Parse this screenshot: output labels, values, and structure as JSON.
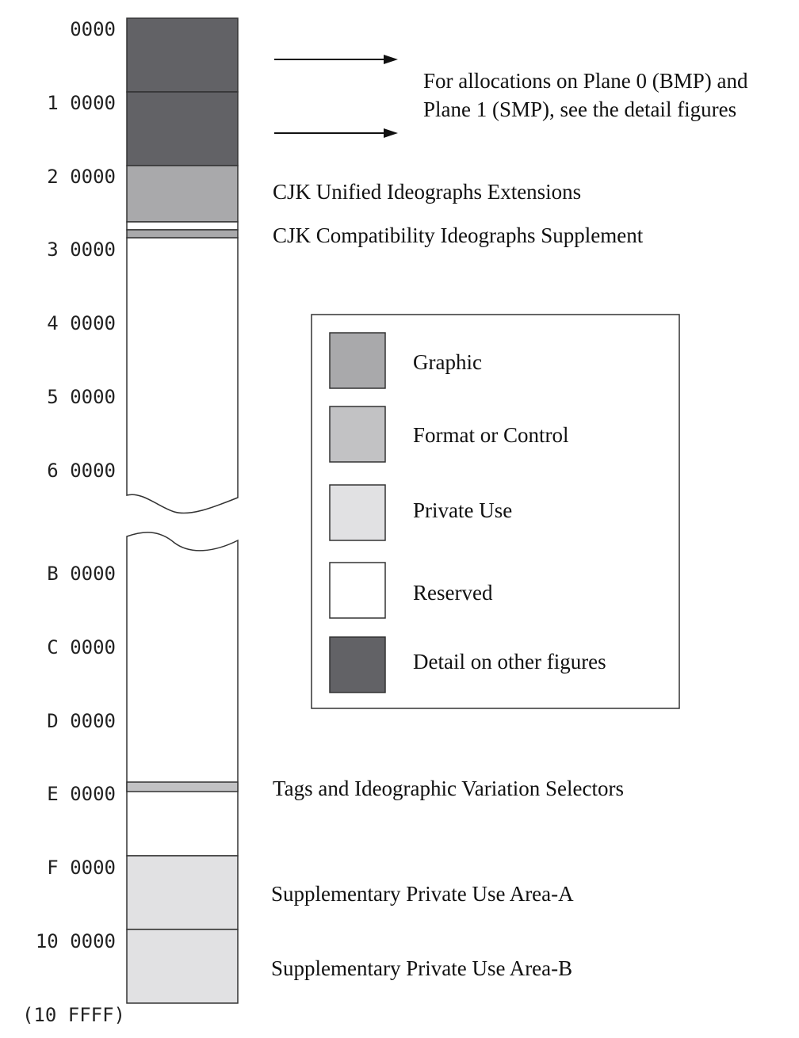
{
  "address_labels": {
    "a0": "0000",
    "a1": "1 0000",
    "a2": "2 0000",
    "a3": "3 0000",
    "a4": "4 0000",
    "a5": "5 0000",
    "a6": "6 0000",
    "aB": "B 0000",
    "aC": "C 0000",
    "aD": "D 0000",
    "aE": "E 0000",
    "aF": "F 0000",
    "a10": "10 0000",
    "aEnd": "(10 FFFF)"
  },
  "annotations": {
    "detail_line1": "For allocations on Plane 0 (BMP) and",
    "detail_line2": "Plane 1 (SMP), see the detail figures",
    "cjk_ext": "CJK Unified Ideographs Extensions",
    "cjk_compat": "CJK Compatibility Ideographs Supplement",
    "tags": "Tags and Ideographic Variation Selectors",
    "spua_a": "Supplementary Private Use Area-A",
    "spua_b": "Supplementary Private Use Area-B"
  },
  "legend": {
    "graphic": "Graphic",
    "format": "Format or Control",
    "private": "Private Use",
    "reserved": "Reserved",
    "detail": "Detail on other figures"
  },
  "colors": {
    "graphic": "#a9a9ab",
    "format": "#c2c2c4",
    "private": "#e1e1e3",
    "reserved": "#ffffff",
    "detail": "#626266",
    "outline": "#333333"
  }
}
